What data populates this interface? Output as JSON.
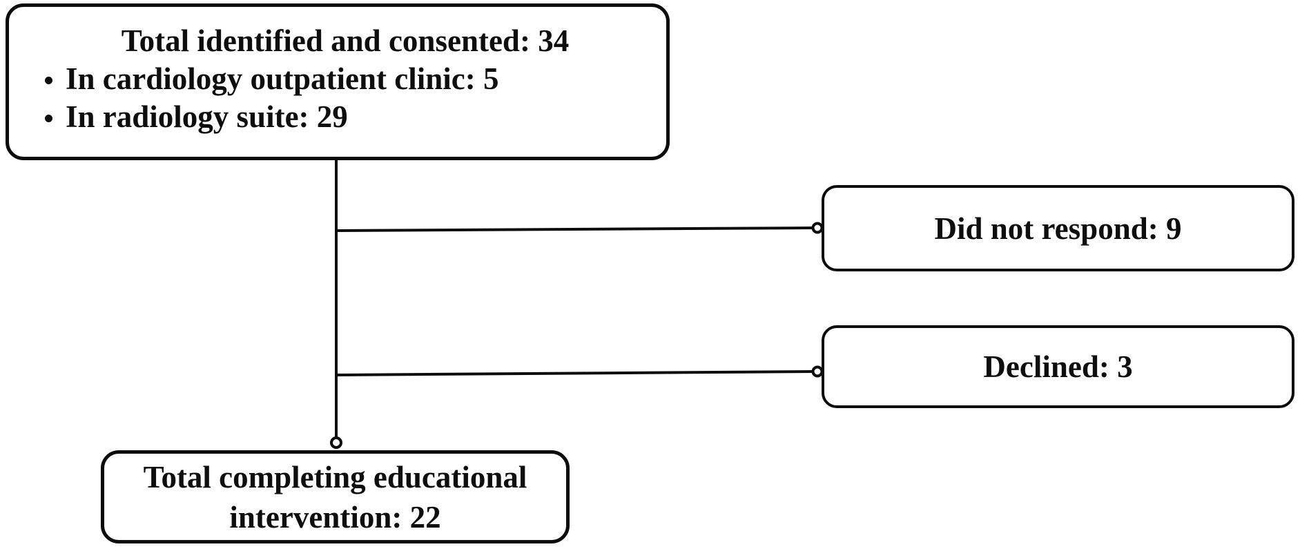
{
  "diagram": {
    "type": "flowchart",
    "nodes": {
      "total_identified": {
        "title": "Total identified and consented: 34",
        "bullets": [
          "In cardiology outpatient clinic: 5",
          "In radiology suite: 29"
        ]
      },
      "did_not_respond": {
        "label": "Did not respond: 9"
      },
      "declined": {
        "label": "Declined: 3"
      },
      "total_completing": {
        "label": "Total completing educational intervention: 22"
      }
    },
    "colors": {
      "stroke": "#0b0b0b",
      "box_fill": "#ffffff",
      "text": "#0e0e0e",
      "background": "#ffffff"
    }
  }
}
